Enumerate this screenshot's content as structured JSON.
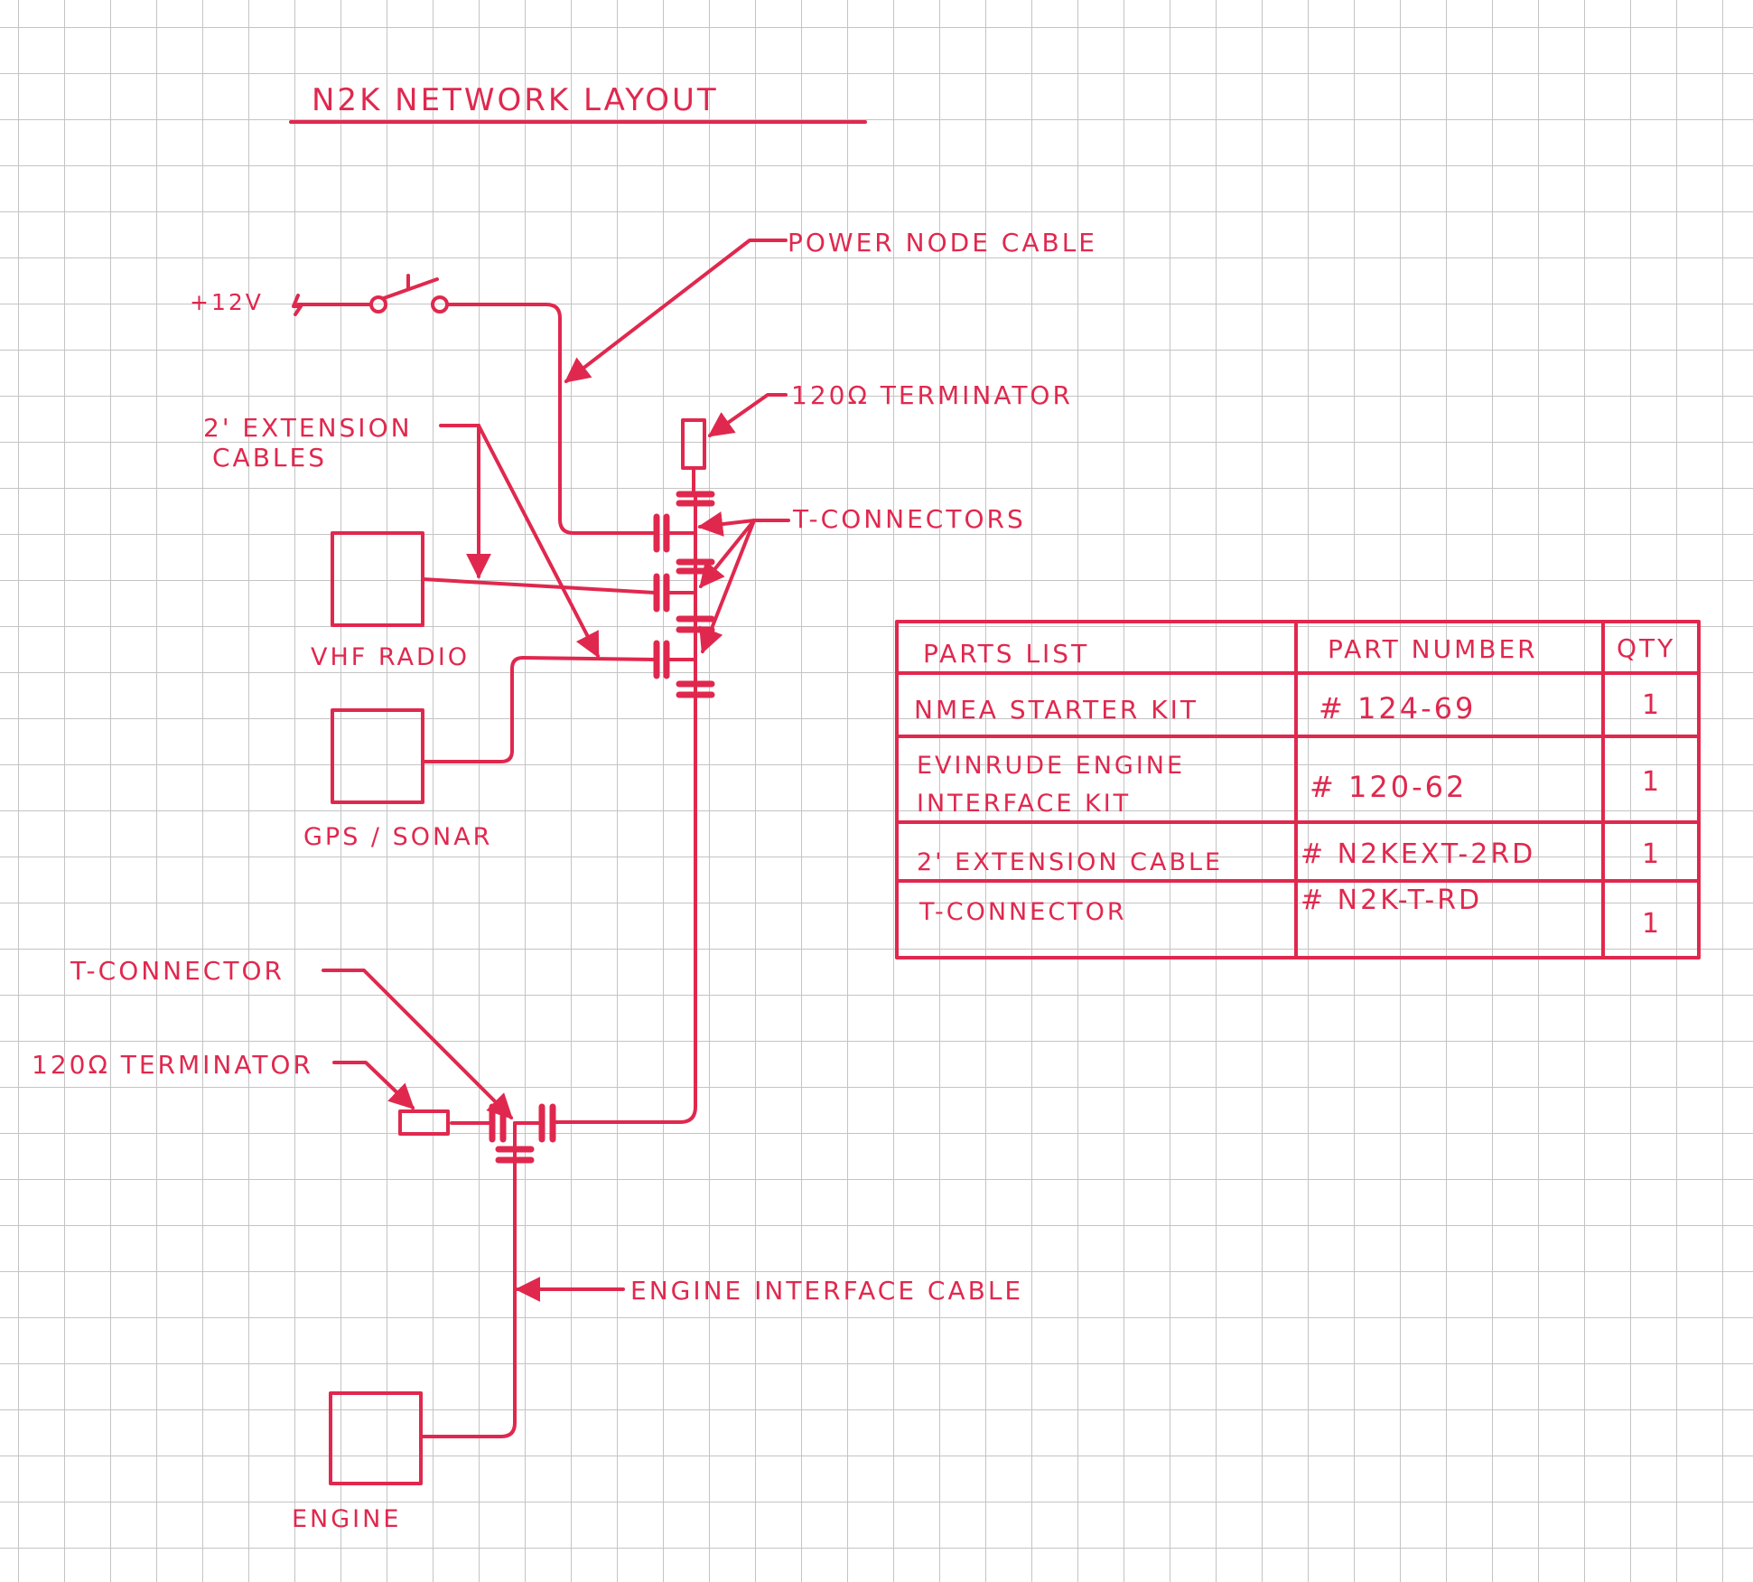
{
  "title": "N2K NETWORK LAYOUT",
  "labels": {
    "power_node_cable": "POWER NODE CABLE",
    "plus12v": "+12V",
    "terminator_top": "120Ω TERMINATOR",
    "ext_cables_line1": "2' EXTENSION",
    "ext_cables_line2": "CABLES",
    "t_connectors": "T-CONNECTORS",
    "vhf_radio": "VHF RADIO",
    "gps_sonar": "GPS / SONAR",
    "t_connector": "T-CONNECTOR",
    "terminator_bottom": "120Ω TERMINATOR",
    "engine_interface_cable": "ENGINE INTERFACE CABLE",
    "engine": "ENGINE"
  },
  "parts_list": {
    "headers": [
      "PARTS LIST",
      "PART NUMBER",
      "QTY"
    ],
    "rows": [
      {
        "item": "NMEA STARTER KIT",
        "item2": "",
        "part": "# 124-69",
        "qty": "1"
      },
      {
        "item": "EVINRUDE ENGINE",
        "item2": "INTERFACE KIT",
        "part": "# 120-62",
        "qty": "1"
      },
      {
        "item": "2' EXTENSION CABLE",
        "item2": "",
        "part": "# N2KEXT-2RD",
        "qty": "1"
      },
      {
        "item": "T-CONNECTOR",
        "item2": "",
        "part": "# N2K-T-RD",
        "qty": "1"
      }
    ]
  },
  "colors": {
    "ink": "#e0284e",
    "grid": "#c4c4c4",
    "paper": "#ffffff"
  }
}
